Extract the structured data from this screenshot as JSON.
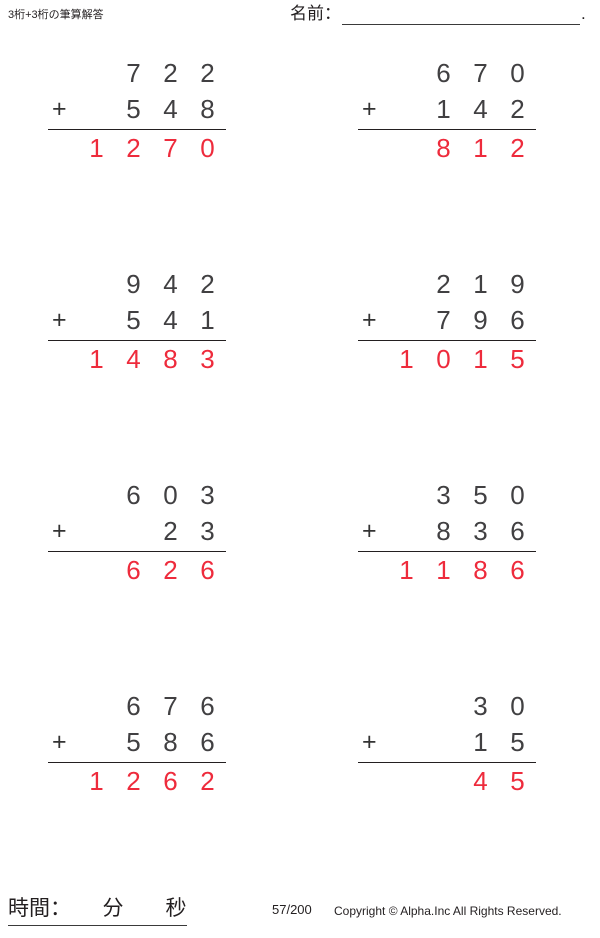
{
  "header": {
    "title": "3桁+3桁の筆算解答",
    "name_label": "名前：",
    "name_value": "",
    "name_trailing_dot": "."
  },
  "worksheet": {
    "operator": "+",
    "answer_color": "#ee2b3c",
    "digit_color": "#414042",
    "columns": 4,
    "problems": [
      {
        "index": 1,
        "addend1": [
          "",
          "7",
          "2",
          "2"
        ],
        "addend2": [
          "",
          "5",
          "4",
          "8"
        ],
        "sum": [
          "1",
          "2",
          "7",
          "0"
        ]
      },
      {
        "index": 2,
        "addend1": [
          "",
          "6",
          "7",
          "0"
        ],
        "addend2": [
          "",
          "1",
          "4",
          "2"
        ],
        "sum": [
          "",
          "8",
          "1",
          "2"
        ]
      },
      {
        "index": 3,
        "addend1": [
          "",
          "9",
          "4",
          "2"
        ],
        "addend2": [
          "",
          "5",
          "4",
          "1"
        ],
        "sum": [
          "1",
          "4",
          "8",
          "3"
        ]
      },
      {
        "index": 4,
        "addend1": [
          "",
          "2",
          "1",
          "9"
        ],
        "addend2": [
          "",
          "7",
          "9",
          "6"
        ],
        "sum": [
          "1",
          "0",
          "1",
          "5"
        ]
      },
      {
        "index": 5,
        "addend1": [
          "",
          "6",
          "0",
          "3"
        ],
        "addend2": [
          "",
          "",
          "2",
          "3"
        ],
        "sum": [
          "",
          "6",
          "2",
          "6"
        ]
      },
      {
        "index": 6,
        "addend1": [
          "",
          "3",
          "5",
          "0"
        ],
        "addend2": [
          "",
          "8",
          "3",
          "6"
        ],
        "sum": [
          "1",
          "1",
          "8",
          "6"
        ]
      },
      {
        "index": 7,
        "addend1": [
          "",
          "6",
          "7",
          "6"
        ],
        "addend2": [
          "",
          "5",
          "8",
          "6"
        ],
        "sum": [
          "1",
          "2",
          "6",
          "2"
        ]
      },
      {
        "index": 8,
        "addend1": [
          "",
          "",
          "3",
          "0"
        ],
        "addend2": [
          "",
          "",
          "1",
          "5"
        ],
        "sum": [
          "",
          "",
          "4",
          "5"
        ]
      }
    ]
  },
  "footer": {
    "time_label": "時間：　　分　　秒",
    "page_number": "57/200",
    "copyright": "Copyright © Alpha.Inc All Rights Reserved."
  }
}
